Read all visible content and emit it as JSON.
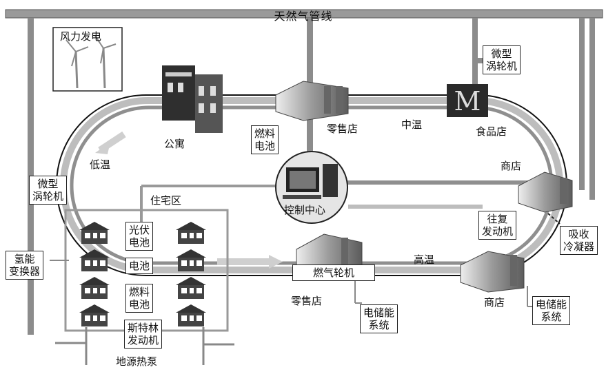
{
  "labels": {
    "gas_pipeline": "天然气管线",
    "wind_power": "风力发电",
    "micro_turbine_top": [
      "微型",
      "涡轮机"
    ],
    "micro_turbine_left": [
      "微型",
      "涡轮机"
    ],
    "apartment": "公寓",
    "fuel_cell_top": [
      "燃料",
      "电池"
    ],
    "retail_top": "零售店",
    "medium_temp": "中温",
    "food_store": "食品店",
    "low_temp": "低温",
    "shop_right": "商店",
    "control_center": "控制中心",
    "residential_area": "住宅区",
    "photovoltaic": [
      "光伏",
      "电池"
    ],
    "battery": "电池",
    "fuel_cell_res": [
      "燃料",
      "电池"
    ],
    "stirling_engine": [
      "斯特林",
      "发动机"
    ],
    "geothermal_pump": "地源热泵",
    "hydrogen_converter": [
      "氢能",
      "变换器"
    ],
    "gas_turbine": "燃气轮机",
    "high_temp": "高温",
    "retail_bottom": "零售店",
    "storage_left": [
      "电储能",
      "系统"
    ],
    "reciprocating_engine": [
      "往复",
      "发动机"
    ],
    "absorption_chiller": [
      "吸收",
      "冷凝器"
    ],
    "shop_bottom": "商店",
    "storage_right": [
      "电储能",
      "系统"
    ]
  },
  "colors": {
    "pipe": "#8c8c8c",
    "pipe_light": "#c8c8c8",
    "building": "#7a7a7a",
    "house": "#3a3a3a"
  }
}
